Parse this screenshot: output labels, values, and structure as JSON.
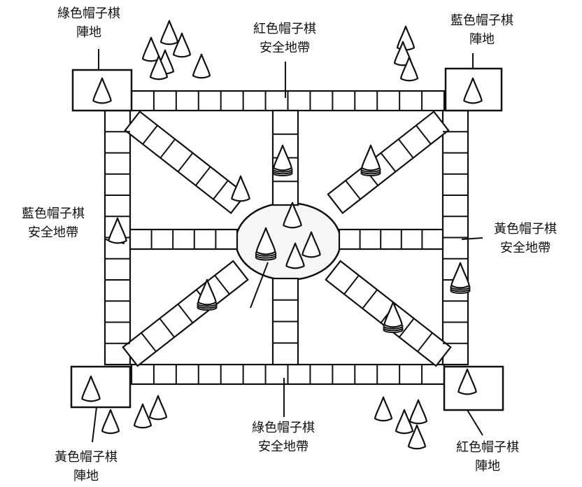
{
  "colors": {
    "ink": "#111111",
    "paper": "#ffffff",
    "center_fill": "#f6f6f6"
  },
  "labels": {
    "green_home": {
      "line1": "綠色帽子棋",
      "line2": "陣地"
    },
    "blue_home": {
      "line1": "藍色帽子棋",
      "line2": "陣地"
    },
    "red_safe": {
      "line1": "紅色帽子棋",
      "line2": "安全地帶"
    },
    "blue_safe": {
      "line1": "藍色帽子棋",
      "line2": "安全地帶"
    },
    "yellow_safe": {
      "line1": "黃色帽子棋",
      "line2": "安全地帶"
    },
    "green_safe": {
      "line1": "綠色帽子棋",
      "line2": "安全地帶"
    },
    "yellow_home": {
      "line1": "黃色帽子棋",
      "line2": "陣地"
    },
    "red_home": {
      "line1": "紅色帽子棋",
      "line2": "陣地"
    }
  },
  "icons": {
    "cone": "cone-piece-icon",
    "stack": "stacked-cone-piece-icon"
  }
}
